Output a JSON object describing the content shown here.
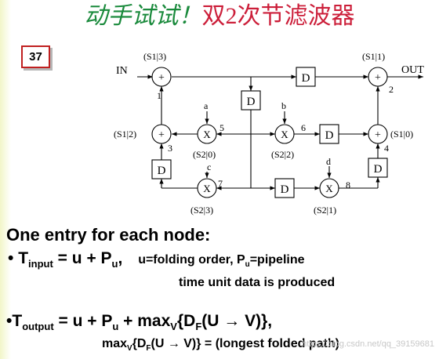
{
  "title": {
    "part1": "动手试试！",
    "part2": "双2次节滤波器"
  },
  "slide_number": "37",
  "diagram": {
    "io": {
      "input": "IN",
      "output": "OUT"
    },
    "delay_label": "D",
    "adders": [
      {
        "id": "1",
        "label": "(S1|3)",
        "symbol": "+"
      },
      {
        "id": "3",
        "label": "(S1|2)",
        "symbol": "+"
      },
      {
        "id": "2",
        "label": "(S1|1)",
        "symbol": "+"
      },
      {
        "id": "4",
        "label": "(S1|0)",
        "symbol": "+"
      }
    ],
    "multipliers": [
      {
        "id": "5",
        "coef": "a",
        "label": "(S2|0)",
        "symbol": "X"
      },
      {
        "id": "6",
        "coef": "b",
        "label": "(S2|2)",
        "symbol": "X"
      },
      {
        "id": "7",
        "coef": "c",
        "label": "(S2|3)",
        "symbol": "X"
      },
      {
        "id": "8",
        "coef": "d",
        "label": "(S2|1)",
        "symbol": "X"
      }
    ]
  },
  "text": {
    "heading": "One entry for each node:",
    "bullet": "•",
    "t_input": {
      "t": "T",
      "sub": "input",
      "eq": " = u + P",
      "eq_sub": "u",
      "tail": ","
    },
    "note_folding": {
      "a": "u=folding order, P",
      "sub": "u",
      "b": "=pipeline"
    },
    "note_time": "time unit data is produced",
    "t_output": {
      "t": "T",
      "sub": "output",
      "eq": " = u + P",
      "eq_sub": "u",
      "tail": " + max",
      "max_sub": "V",
      "rest": "{D",
      "d_sub": "F",
      "end": "(U → V)},"
    },
    "note_max": {
      "a": "max",
      "a_sub": "V",
      "b": "{D",
      "b_sub": "F",
      "c": "(U → V)} = (longest folded path)"
    }
  },
  "watermark": "https://blog.csdn.net/qq_39159681"
}
